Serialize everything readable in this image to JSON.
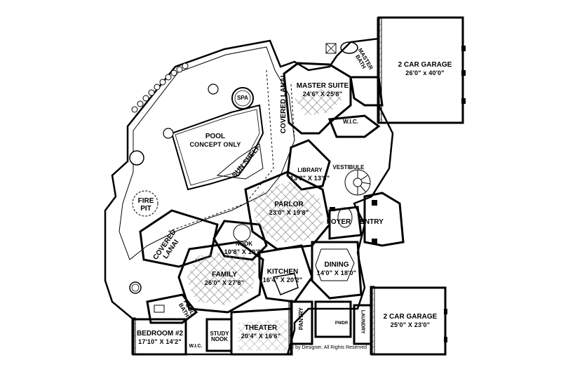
{
  "plan": {
    "rooms": [
      {
        "key": "garage_top",
        "name": "2 CAR GARAGE",
        "dims": "26'0\" x 40'0\""
      },
      {
        "key": "master_bath",
        "name": "MASTER BATH",
        "dims": ""
      },
      {
        "key": "master_suite",
        "name": "MASTER SUITE",
        "dims": "24'6\" X 25'8\""
      },
      {
        "key": "covered_lanai_top",
        "name": "COVERED LANAI",
        "dims": ""
      },
      {
        "key": "spa",
        "name": "SPA",
        "dims": ""
      },
      {
        "key": "pool",
        "name": "POOL",
        "dims": "CONCEPT ONLY"
      },
      {
        "key": "sun_shelf",
        "name": "SUN SHELF",
        "dims": ""
      },
      {
        "key": "wic_master",
        "name": "W.I.C.",
        "dims": ""
      },
      {
        "key": "library",
        "name": "LIBRARY",
        "dims": "13'8\" X 13'8\""
      },
      {
        "key": "vestibule",
        "name": "VESTIBULE",
        "dims": ""
      },
      {
        "key": "fire_pit",
        "name": "FIRE PIT",
        "dims": ""
      },
      {
        "key": "parlor",
        "name": "PARLOR",
        "dims": "23'0\" X 19'8\""
      },
      {
        "key": "foyer",
        "name": "FOYER",
        "dims": ""
      },
      {
        "key": "entry",
        "name": "ENTRY",
        "dims": ""
      },
      {
        "key": "covered_lanai_left",
        "name": "COVERED LANAI",
        "dims": ""
      },
      {
        "key": "nook",
        "name": "NOOK",
        "dims": "10'8\" X 10'8\""
      },
      {
        "key": "family",
        "name": "FAMILY",
        "dims": "26'0\" X 27'8\""
      },
      {
        "key": "kitchen",
        "name": "KITCHEN",
        "dims": "16'4\" X 20'2\""
      },
      {
        "key": "dining",
        "name": "DINING",
        "dims": "14'0\" X 18'0\""
      },
      {
        "key": "pool_bath",
        "name": "POOL BATH",
        "dims": ""
      },
      {
        "key": "bedroom2",
        "name": "BEDROOM #2",
        "dims": "17'10\" X 14'2\""
      },
      {
        "key": "wic_bed",
        "name": "W.I.C.",
        "dims": ""
      },
      {
        "key": "study_nook",
        "name": "STUDY NOOK",
        "dims": ""
      },
      {
        "key": "theater",
        "name": "THEATER",
        "dims": "20'4\" X 16'6\""
      },
      {
        "key": "pantry",
        "name": "PANTRY",
        "dims": ""
      },
      {
        "key": "pwdr",
        "name": "PWDR",
        "dims": ""
      },
      {
        "key": "laundry",
        "name": "LAUNDRY",
        "dims": ""
      },
      {
        "key": "garage_bottom",
        "name": "2 CAR GARAGE",
        "dims": "25'0\" X 23'0\""
      }
    ],
    "copyright": "© by Designer, All Rights Reserved"
  }
}
